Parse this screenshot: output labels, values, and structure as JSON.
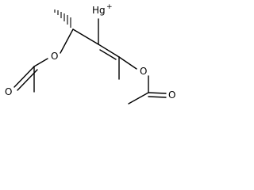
{
  "molecule": {
    "atoms": {
      "mercury": {
        "symbol": "Hg",
        "charge": "+"
      },
      "ester_oxygen_left": {
        "symbol": "O"
      },
      "carbonyl_oxygen_left": {
        "symbol": "O"
      },
      "ester_oxygen_right": {
        "symbol": "O"
      },
      "carbonyl_oxygen_right": {
        "symbol": "O"
      }
    },
    "bond_color": "#000000",
    "stereo_bond": "hashed-wedge"
  }
}
